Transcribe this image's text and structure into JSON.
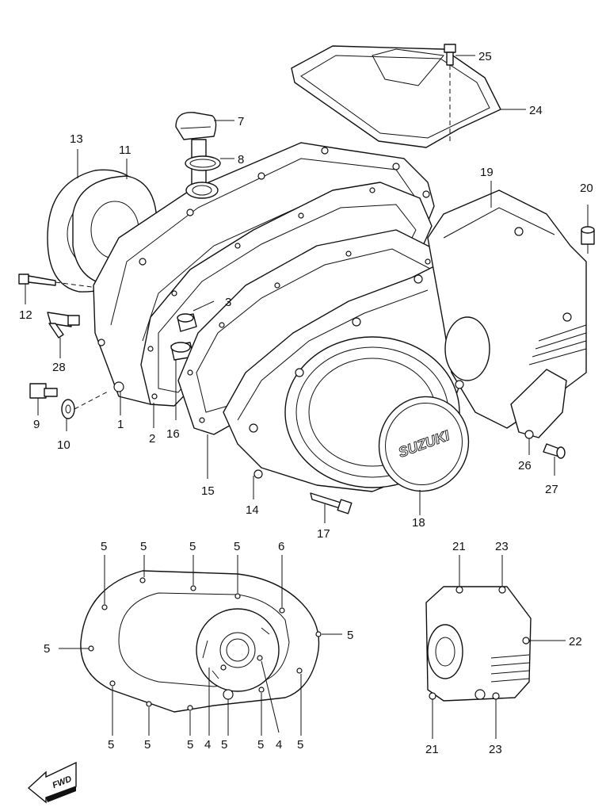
{
  "callouts": {
    "p1": "1",
    "p2": "2",
    "p3": "3",
    "p7": "7",
    "p8": "8",
    "p9": "9",
    "p10": "10",
    "p11": "11",
    "p12": "12",
    "p13": "13",
    "p14": "14",
    "p15": "15",
    "p16": "16",
    "p17": "17",
    "p18": "18",
    "p19": "19",
    "p20": "20",
    "p24": "24",
    "p25": "25",
    "p26": "26",
    "p27": "27",
    "p28": "28"
  },
  "detail_left": {
    "p5": "5",
    "p4": "4",
    "p6": "6"
  },
  "detail_right": {
    "p21": "21",
    "p22": "22",
    "p23": "23"
  },
  "emblem_text": "SUZUKI",
  "fwd_text": "FWD"
}
